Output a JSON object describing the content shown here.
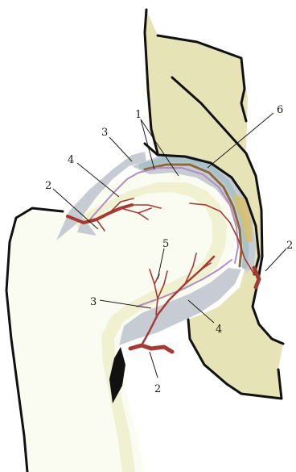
{
  "colors": {
    "background": "#ffffff",
    "bone_fill": "#fbfcf1",
    "pelvis_fill": "#e6e4b7",
    "cortex_rim": "#eef0cc",
    "capsule_fill": "#c7ccd4",
    "cartilage_band": "#a8c2c8",
    "growth_plate_band": "#8a6a3a",
    "periosteum_line": "#b48bbf",
    "fat_pad": "#d8bf6a",
    "vessel": "#a43a33",
    "outline": "#111111",
    "label_text": "#1e1a14"
  },
  "labels": {
    "l1": "1",
    "l2_left": "2",
    "l2_right": "2",
    "l2_bottom": "2",
    "l3_upper": "3",
    "l3_lower": "3",
    "l4_upper": "4",
    "l4_lower": "4",
    "l5": "5",
    "l6": "6"
  }
}
